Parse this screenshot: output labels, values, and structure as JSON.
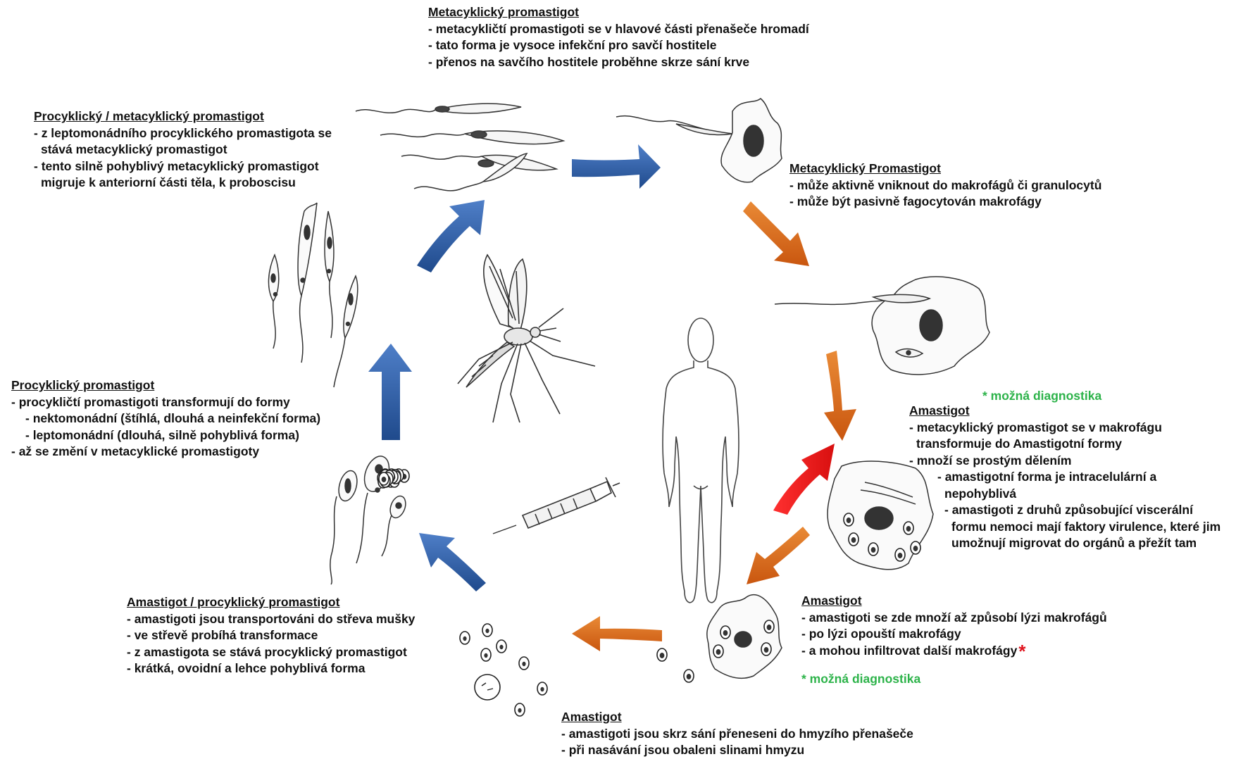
{
  "stages": {
    "meta_top": {
      "title": "Metacyklický promastigot",
      "lines": [
        "- metacykličtí promastigoti se v hlavové části přenašeče hromadí",
        "- tato forma je vysoce infekční pro savčí hostitele",
        "- přenos na savčího hostitele proběhne skrze sání krve"
      ]
    },
    "proc_meta": {
      "title": "Procyklický / metacyklický promastigot",
      "lines": [
        "- z leptomonádního procyklického promastigota se",
        "stává metacyklický promastigot",
        "- tento silně pohyblivý metacyklický promastigot",
        "migruje k anteriorní části těla, k proboscisu"
      ]
    },
    "meta_right": {
      "title": "Metacyklický Promastigot",
      "lines": [
        "- může aktivně vniknout do makrofágů či granulocytů",
        "- může být pasivně fagocytován makrofágy"
      ]
    },
    "procyclic": {
      "title": "Procyklický promastigot",
      "lines": [
        "- procykličtí promastigoti transformují do formy",
        "- nektomonádní (štíhlá, dlouhá a neinfekční forma)",
        "- leptomonádní  (dlouhá, silně pohyblivá forma)",
        "- až se změní v metacyklické promastigoty"
      ]
    },
    "amastigote_right": {
      "title": "Amastigot",
      "lines": [
        "- metacyklický promastigot se v makrofágu",
        "transformuje do Amastigotní formy",
        "- množí se prostým dělením",
        "- amastigotní forma je intracelulární a",
        "nepohyblivá",
        "- amastigoti z druhů způsobující viscerální",
        "formu nemoci mají faktory virulence, které jim",
        "umožnují migrovat do orgánů a přežít tam"
      ]
    },
    "amastigote_lower": {
      "title": "Amastigot",
      "lines": [
        "- amastigoti se zde množí až způsobí lýzi makrofágů",
        "- po lýzi opouští makrofágy",
        "- a mohou infiltrovat další makrofágy"
      ],
      "asterisk": "*"
    },
    "amastigote_bottom": {
      "title": "Amastigot",
      "lines": [
        "- amastigoti jsou skrz sání přeneseni do hmyzího přenašeče",
        "- při nasávání jsou obaleni slinami  hmyzu"
      ]
    },
    "amastigote_procyclic": {
      "title": "Amastigot / procyklický promastigot",
      "lines": [
        "- amastigoti jsou transportováni do střeva mušky",
        "- ve střevě probíhá transformace",
        "- z amastigota se stává procyklický promastigot",
        "- krátká, ovoidní a lehce pohyblivá forma"
      ]
    }
  },
  "diagnostics": {
    "upper": "* možná diagnostika",
    "lower": "* možná diagnostika"
  },
  "colors": {
    "insect_arrow": "#2f5ea8",
    "host_arrow": "#d7621b",
    "reinfection_arrow": "#ee1c1c",
    "diagnostic_text": "#2db34a",
    "asterisk": "#e0141e"
  }
}
